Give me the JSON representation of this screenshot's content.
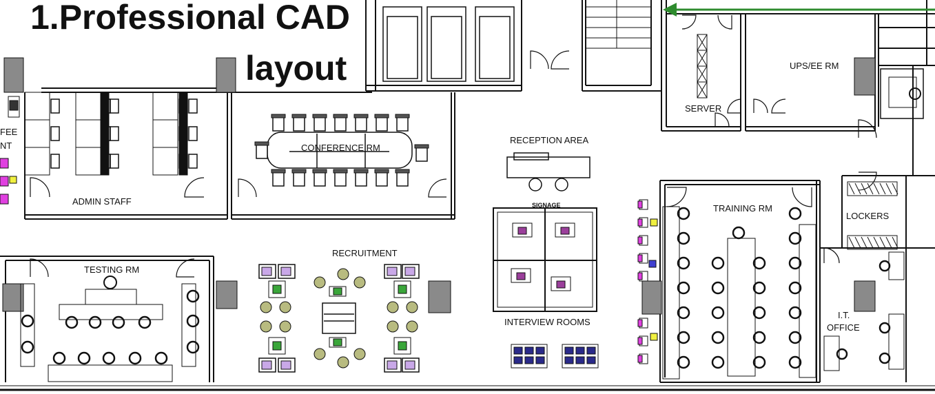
{
  "title": {
    "line1": "1.Professional CAD",
    "line2": "layout"
  },
  "rooms": {
    "admin": "ADMIN STAFF",
    "conference": "CONFERENCE RM",
    "reception": "RECEPTION AREA",
    "signage": "SIGNAGE",
    "server": "SERVER",
    "ups": "UPS/EE RM",
    "training": "TRAINING RM",
    "lockers": "LOCKERS",
    "testing": "TESTING RM",
    "recruitment": "RECRUITMENT",
    "interview": "INTERVIEW ROOMS",
    "it_office_1": "I.T.",
    "it_office_2": "OFFICE",
    "coffee_1": "FEE",
    "coffee_2": "NT"
  },
  "colors": {
    "wall": "#111111",
    "pillar": "#8a8a8a",
    "arrow": "#2e8b2e",
    "magenta": "#e040e0",
    "yellow": "#f0f040",
    "lilac": "#c9a8e8",
    "green": "#3aa63a",
    "purple": "#9b3f9b",
    "navy": "#2a2a8a",
    "olive": "#b8bb80"
  }
}
